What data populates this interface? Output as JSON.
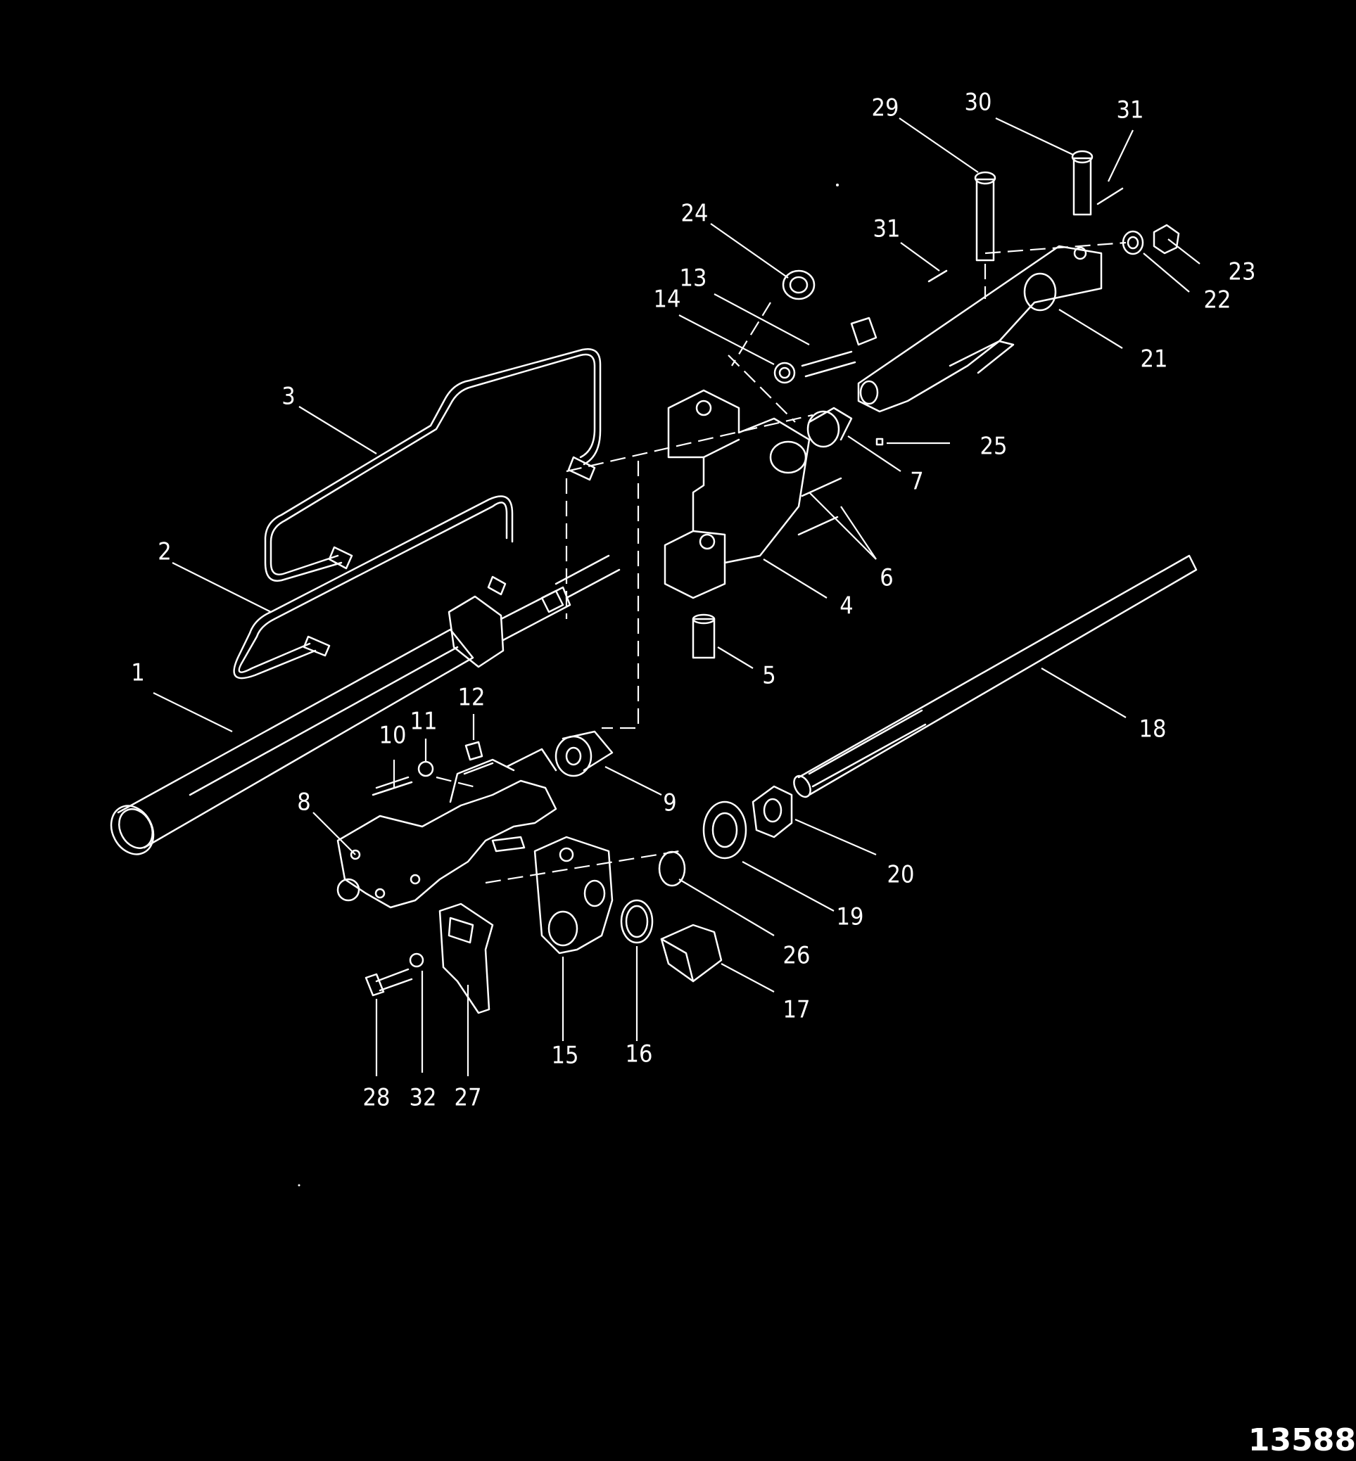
{
  "figure_number": "13588",
  "callouts": [
    {
      "id": "c1",
      "text": "1"
    },
    {
      "id": "c2",
      "text": "2"
    },
    {
      "id": "c3",
      "text": "3"
    },
    {
      "id": "c4",
      "text": "4"
    },
    {
      "id": "c5",
      "text": "5"
    },
    {
      "id": "c6",
      "text": "6"
    },
    {
      "id": "c7",
      "text": "7"
    },
    {
      "id": "c8",
      "text": "8"
    },
    {
      "id": "c9",
      "text": "9"
    },
    {
      "id": "c10",
      "text": "10"
    },
    {
      "id": "c11",
      "text": "11"
    },
    {
      "id": "c12",
      "text": "12"
    },
    {
      "id": "c13",
      "text": "13"
    },
    {
      "id": "c14",
      "text": "14"
    },
    {
      "id": "c15",
      "text": "15"
    },
    {
      "id": "c16",
      "text": "16"
    },
    {
      "id": "c17",
      "text": "17"
    },
    {
      "id": "c18",
      "text": "18"
    },
    {
      "id": "c19",
      "text": "19"
    },
    {
      "id": "c20",
      "text": "20"
    },
    {
      "id": "c21",
      "text": "21"
    },
    {
      "id": "c22",
      "text": "22"
    },
    {
      "id": "c23",
      "text": "23"
    },
    {
      "id": "c24",
      "text": "24"
    },
    {
      "id": "c25",
      "text": "25"
    },
    {
      "id": "c26",
      "text": "26"
    },
    {
      "id": "c27",
      "text": "27"
    },
    {
      "id": "c28",
      "text": "28"
    },
    {
      "id": "c29",
      "text": "29"
    },
    {
      "id": "c30",
      "text": "30"
    },
    {
      "id": "c31a",
      "text": "31"
    },
    {
      "id": "c31b",
      "text": "31"
    },
    {
      "id": "c32",
      "text": "32"
    }
  ]
}
